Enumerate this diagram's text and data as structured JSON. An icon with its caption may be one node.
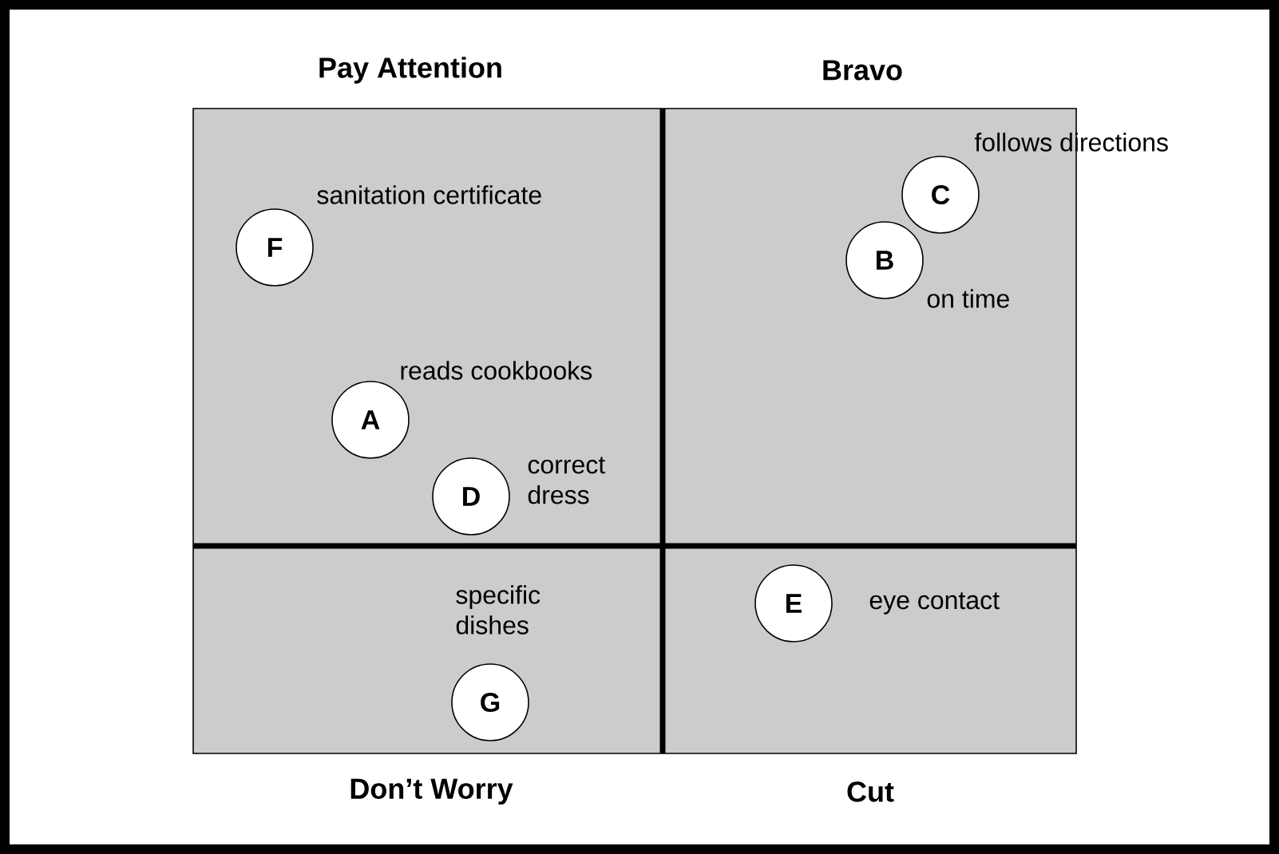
{
  "diagram": {
    "nodes": [
      {
        "text": [
          "C"
        ],
        "beside": [
          "follows directions"
        ]
      },
      {
        "text": [
          "F"
        ],
        "beside": [
          "sanitation certificate"
        ]
      },
      {
        "text": [
          "B"
        ],
        "beside": [
          "on time"
        ]
      },
      {
        "text": [
          "A"
        ],
        "beside": [
          "reads cookbooks"
        ]
      },
      {
        "text": [
          "D"
        ],
        "beside": [
          "correct dress"
        ]
      },
      {
        "text": [
          "E"
        ],
        "beside": [
          "eye contact"
        ]
      },
      {
        "text": [
          "G"
        ],
        "beside": [
          "specific dishes"
        ]
      }
    ],
    "labels": [
      "Pay Attention",
      "Bravo",
      "Don’t Worry",
      "Cut"
    ]
  }
}
